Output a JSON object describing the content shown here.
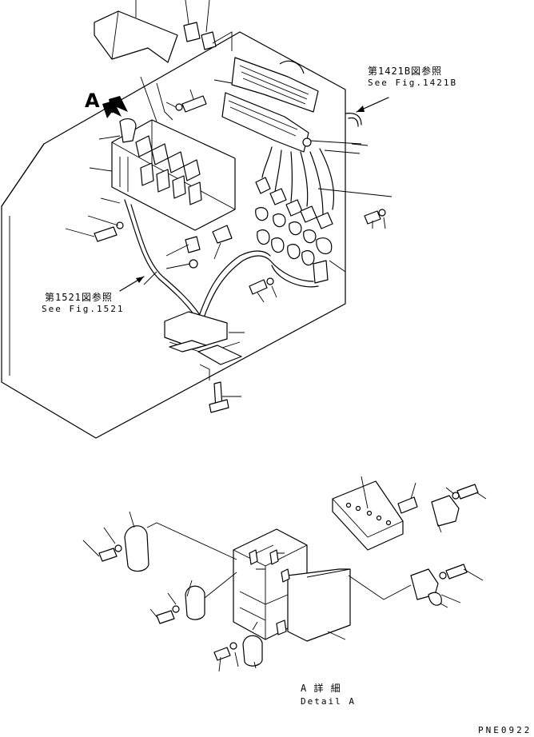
{
  "view_marker": "A",
  "refs": {
    "fig_1421b_jp": "第1421B図参照",
    "fig_1421b_en": "See Fig.1421B",
    "fig_1521_jp": "第1521図参照",
    "fig_1521_en": "See Fig.1521"
  },
  "detail": {
    "title_jp": "A 詳 細",
    "title_en": "Detail A"
  },
  "drawing_code": "PNE0922"
}
